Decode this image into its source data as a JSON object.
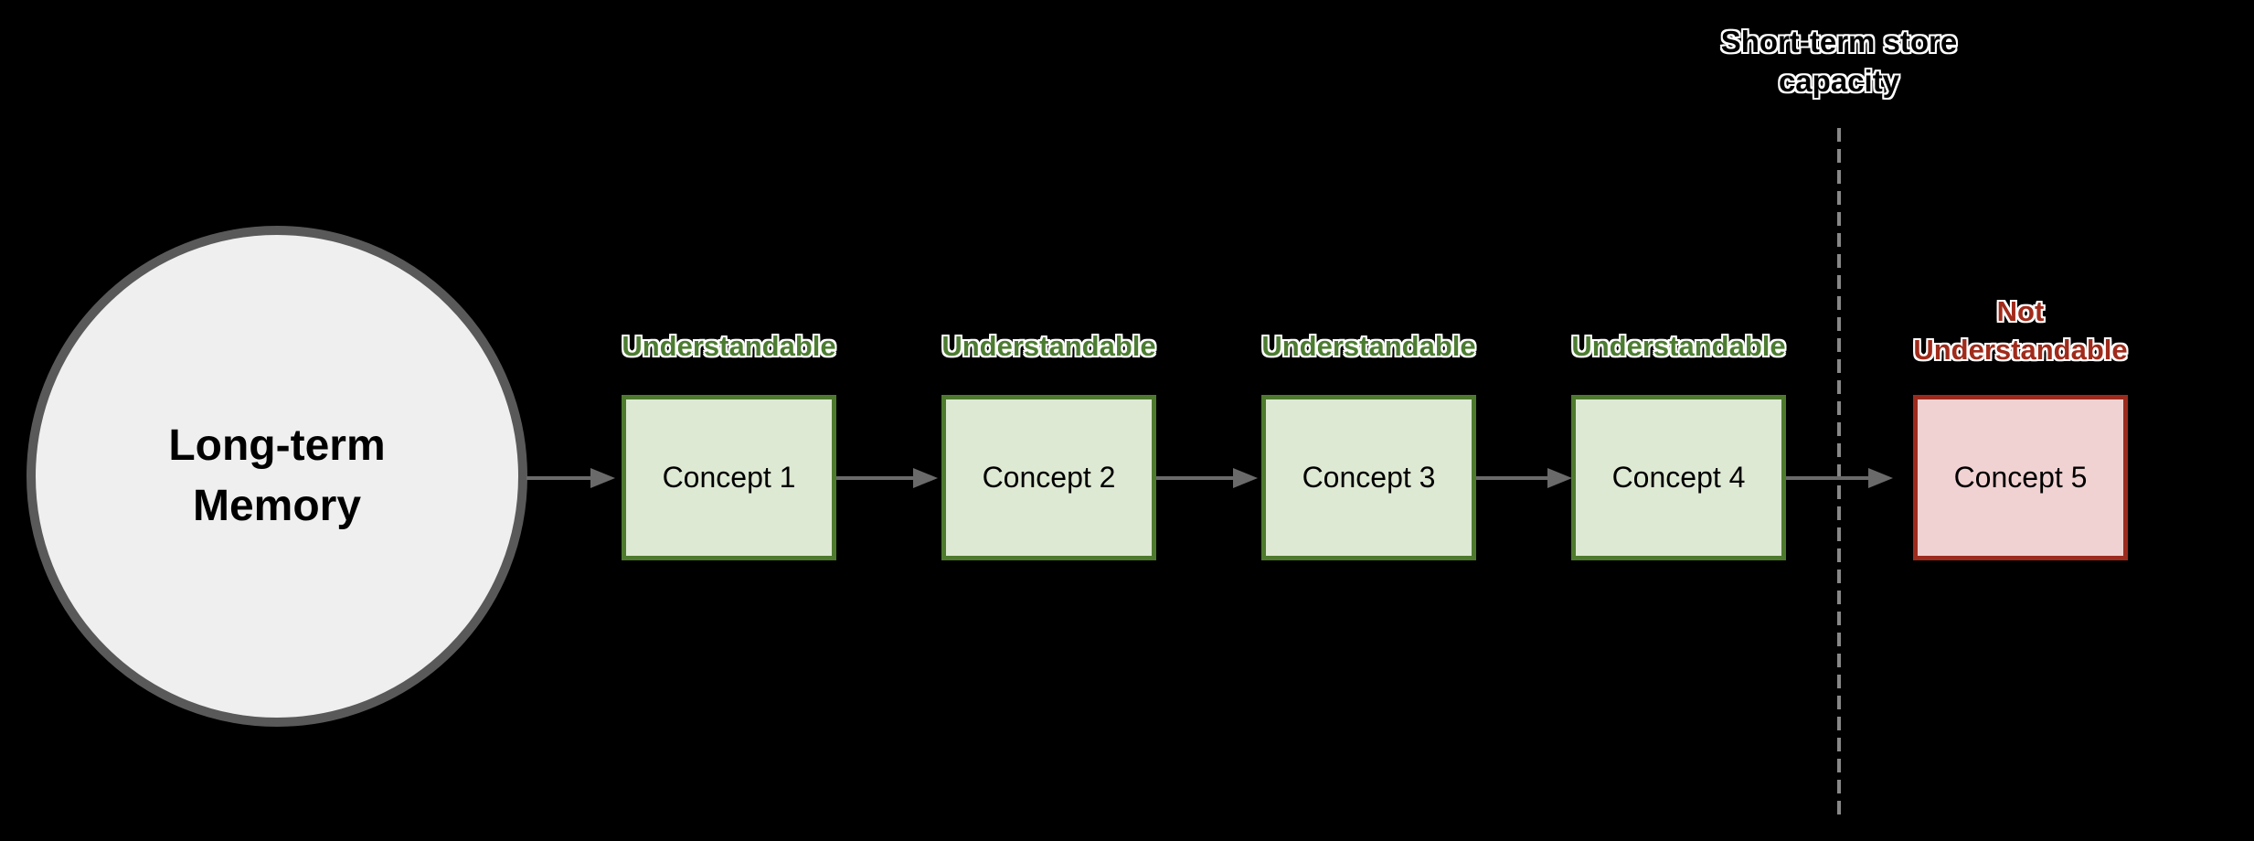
{
  "memory_node": {
    "lines": [
      "Long-term",
      "Memory"
    ]
  },
  "capacity_label": {
    "lines": [
      "Short-term store",
      "capacity"
    ]
  },
  "concepts": [
    {
      "label": "Concept 1",
      "status": "Understandable",
      "understandable": true
    },
    {
      "label": "Concept 2",
      "status": "Understandable",
      "understandable": true
    },
    {
      "label": "Concept 3",
      "status": "Understandable",
      "understandable": true
    },
    {
      "label": "Concept 4",
      "status": "Understandable",
      "understandable": true
    },
    {
      "label": "Concept 5",
      "status_lines": [
        "Not",
        "Understandable"
      ],
      "understandable": false
    }
  ],
  "colors": {
    "background": "#000000",
    "circle_fill": "#efefef",
    "circle_border": "#595959",
    "box_fill_green": "#dee9d4",
    "box_border_green": "#4e7a2e",
    "box_fill_red": "#f1d2d2",
    "box_border_red": "#9c2b1e",
    "text_green": "#4c7c31",
    "text_red": "#a02b1b",
    "arrow_gray": "#6a6a6a",
    "dash_gray": "#888888"
  }
}
